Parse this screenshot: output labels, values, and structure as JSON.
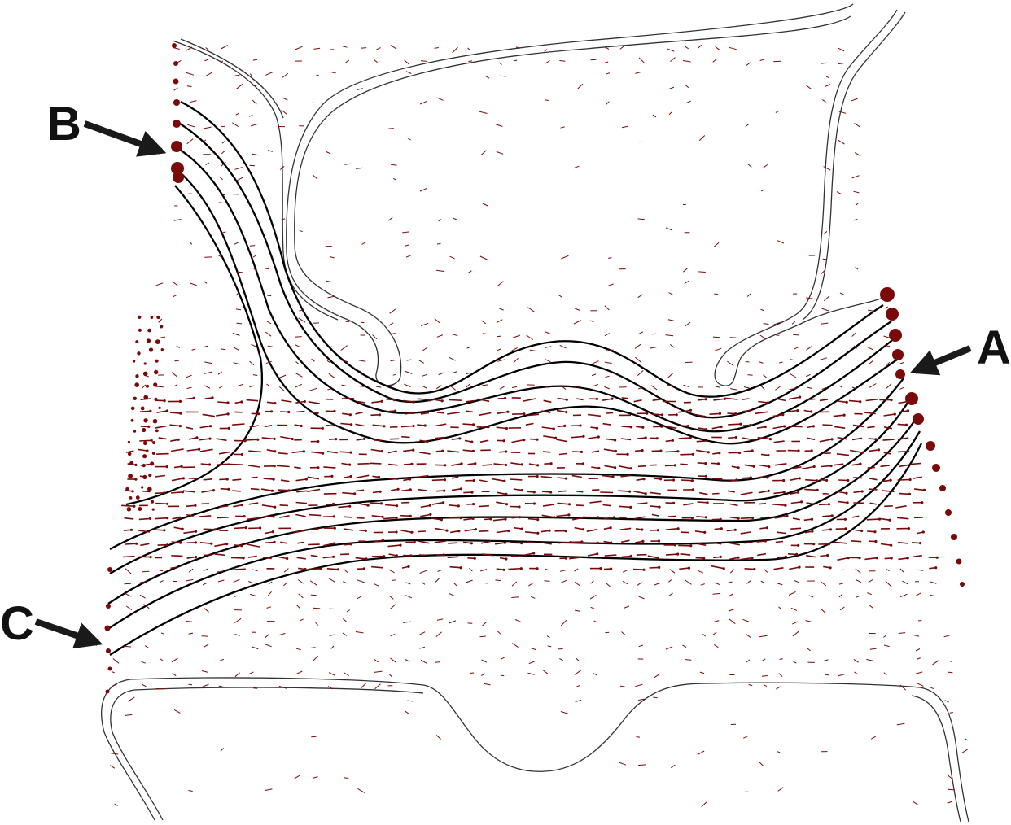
{
  "figure": {
    "background": "#ffffff",
    "outline_color": "#333333",
    "streamline_color": "#000000",
    "vector_color": "#7a0a0a",
    "arrow_color": "#1a1a1a"
  },
  "callouts": [
    {
      "id": "A",
      "label": "A"
    },
    {
      "id": "B",
      "label": "B"
    },
    {
      "id": "C",
      "label": "C"
    }
  ]
}
